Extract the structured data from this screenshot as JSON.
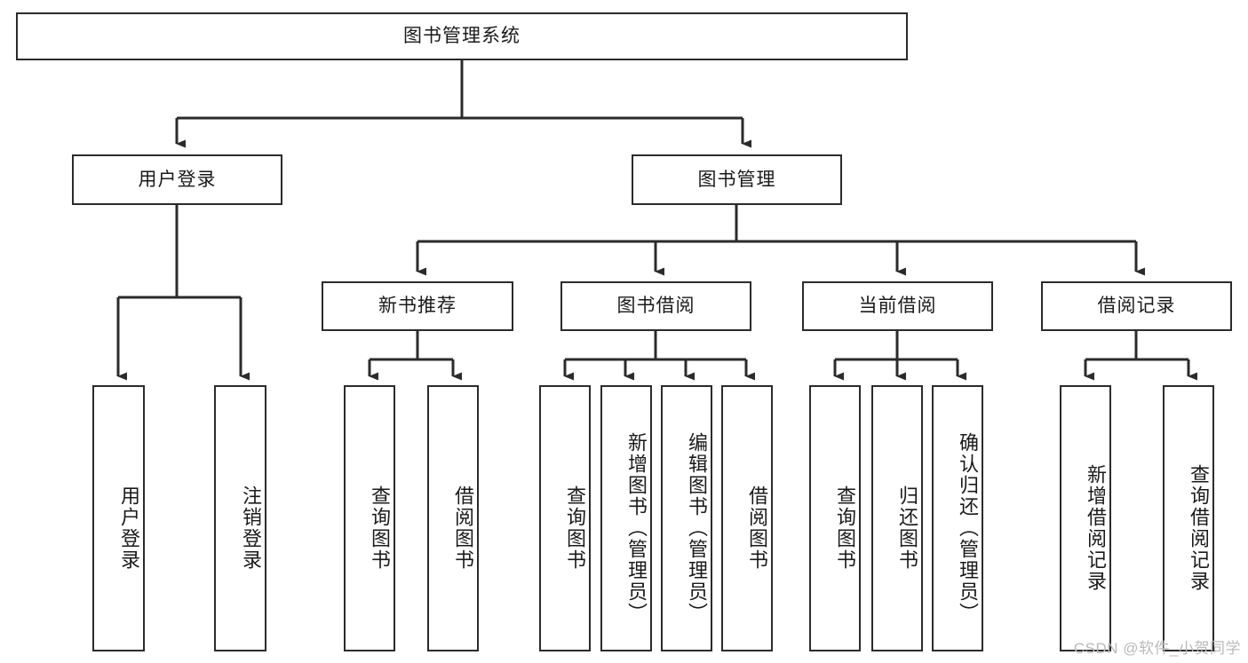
{
  "diagram": {
    "type": "tree-hierarchy",
    "title": "图书管理系统",
    "watermark": "CSDN @软件_小贺同学",
    "colors": {
      "stroke": "#2b2b2b",
      "fill": "#ffffff",
      "text": "#1a1a1a",
      "watermark": "#b9b9b9"
    },
    "levels": {
      "root": {
        "label": "图书管理系统"
      },
      "level2": [
        {
          "label": "用户登录"
        },
        {
          "label": "图书管理"
        }
      ],
      "level3": [
        {
          "label": "新书推荐"
        },
        {
          "label": "图书借阅"
        },
        {
          "label": "当前借阅"
        },
        {
          "label": "借阅记录"
        }
      ],
      "leaves": [
        {
          "label": "用户登录",
          "parent": "用户登录"
        },
        {
          "label": "注销登录",
          "parent": "用户登录"
        },
        {
          "label": "查询图书",
          "parent": "新书推荐"
        },
        {
          "label": "借阅图书",
          "parent": "新书推荐"
        },
        {
          "label": "查询图书",
          "parent": "图书借阅"
        },
        {
          "label": "新增图书（管理员）",
          "parent": "图书借阅"
        },
        {
          "label": "编辑图书（管理员）",
          "parent": "图书借阅"
        },
        {
          "label": "借阅图书",
          "parent": "图书借阅"
        },
        {
          "label": "查询图书",
          "parent": "当前借阅"
        },
        {
          "label": "归还图书",
          "parent": "当前借阅"
        },
        {
          "label": "确认归还（管理员）",
          "parent": "当前借阅"
        },
        {
          "label": "新增借阅记录",
          "parent": "借阅记录"
        },
        {
          "label": "查询借阅记录",
          "parent": "借阅记录"
        }
      ]
    }
  }
}
